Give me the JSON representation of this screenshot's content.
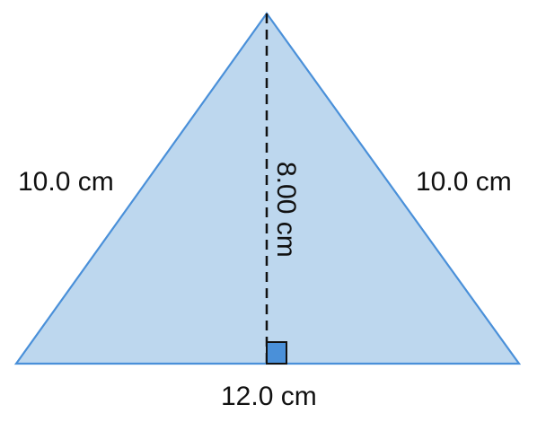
{
  "labels": {
    "left_side": "10.0 cm",
    "right_side": "10.0 cm",
    "height": "8.00 cm",
    "base": "12.0 cm"
  },
  "colors": {
    "triangle_fill": "#bdd7ee",
    "triangle_stroke": "#4a90d9",
    "height_line": "#111111",
    "right_angle_fill": "#4a90d9",
    "right_angle_stroke": "#111111"
  }
}
